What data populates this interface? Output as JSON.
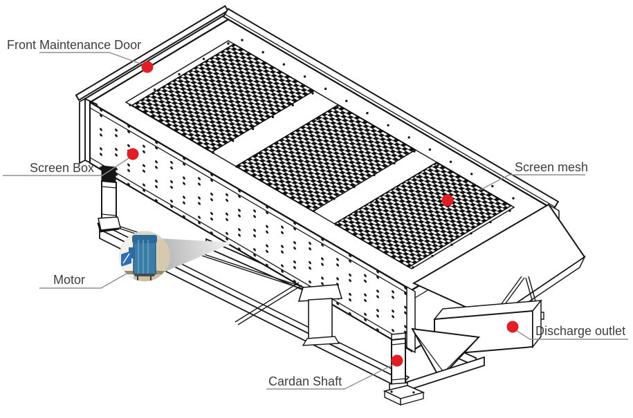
{
  "figure": {
    "labels": {
      "front_maintenance_door": "Front Maintenance Door",
      "screen_box": "Screen Box",
      "screen_mesh": "Screen mesh",
      "motor": "Motor",
      "cardan_shaft": "Cardan Shaft",
      "discharge_outlet": "Discharge outlet"
    },
    "colors": {
      "marker_red": "#e11d25",
      "outline": "#151515",
      "leader_gray": "#8f8f8f",
      "label_text": "#3d3d3d",
      "motor_blue": "#3c7da8"
    }
  }
}
